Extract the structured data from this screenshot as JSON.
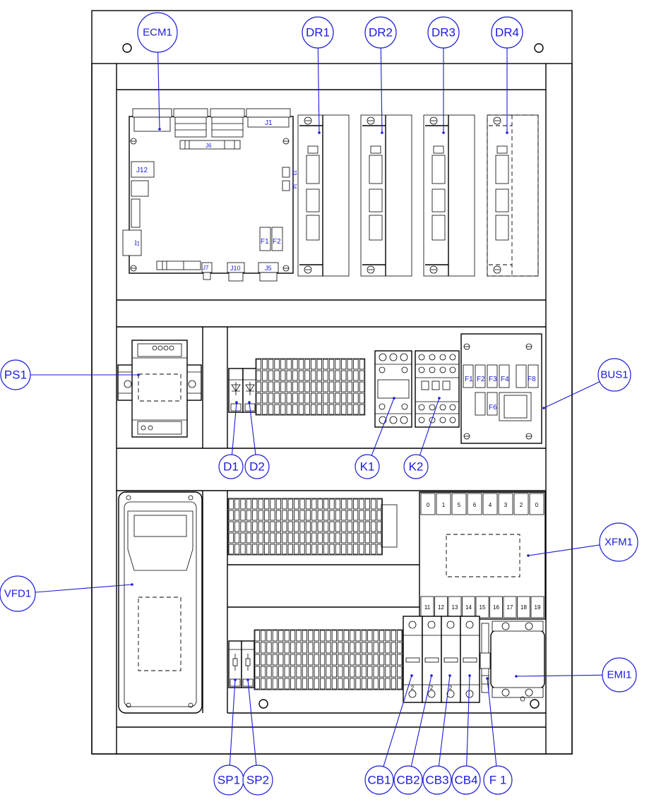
{
  "callouts": [
    {
      "id": "ECM1"
    },
    {
      "id": "DR1"
    },
    {
      "id": "DR2"
    },
    {
      "id": "DR3"
    },
    {
      "id": "DR4"
    },
    {
      "id": "PS1"
    },
    {
      "id": "BUS1"
    },
    {
      "id": "D1"
    },
    {
      "id": "D2"
    },
    {
      "id": "K1"
    },
    {
      "id": "K2"
    },
    {
      "id": "VFD1"
    },
    {
      "id": "XFM1"
    },
    {
      "id": "EMI1"
    },
    {
      "id": "SP1"
    },
    {
      "id": "SP2"
    },
    {
      "id": "CB1"
    },
    {
      "id": "CB2"
    },
    {
      "id": "CB3"
    },
    {
      "id": "CB4"
    },
    {
      "id": "F 1"
    }
  ],
  "ecm_labels": {
    "j1": "J1",
    "j6": "J6",
    "j12": "J12",
    "j3": "J3",
    "j4": "J4",
    "j2": "J2",
    "f1": "F1",
    "f2": "F2",
    "j7": "J7",
    "j10": "J10",
    "j5": "J5"
  },
  "bus_fuses": [
    "F1",
    "F2",
    "F3",
    "F4",
    "F8",
    "F6"
  ],
  "xfm_top_terminals": [
    "0",
    "1",
    "5",
    "6",
    "4",
    "3",
    "2",
    "0"
  ],
  "xfm_bottom_terminals": [
    "11",
    "12",
    "13",
    "14",
    "15",
    "16",
    "17",
    "18",
    "19"
  ],
  "cb_bottom_numbers": [
    "2",
    "2",
    "2"
  ],
  "colors": {
    "callout": "#1a1adb",
    "line": "#000000",
    "background": "#ffffff"
  }
}
